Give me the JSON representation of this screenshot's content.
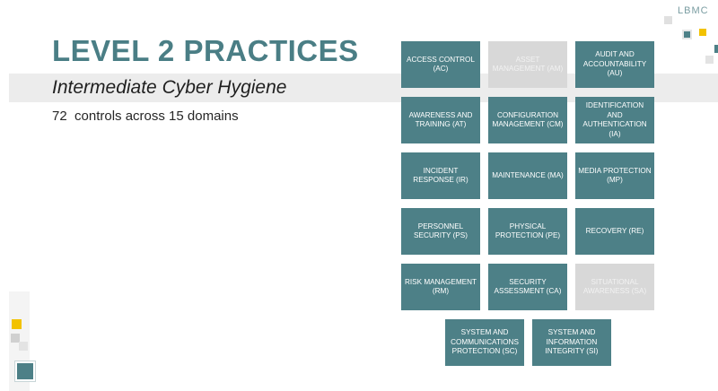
{
  "slide": {
    "title": "LEVEL 2 PRACTICES",
    "subtitle": "Intermediate Cyber Hygiene",
    "controls_text": "72  controls across 15 domains",
    "logo_text": "LBMC"
  },
  "domains": [
    {
      "label": "ACCESS CONTROL (AC)",
      "faded": false
    },
    {
      "label": "ASSET MANAGEMENT (AM)",
      "faded": true
    },
    {
      "label": "AUDIT AND ACCOUNTABILITY (AU)",
      "faded": false
    },
    {
      "label": "AWARENESS AND TRAINING (AT)",
      "faded": false
    },
    {
      "label": "CONFIGURATION MANAGEMENT (CM)",
      "faded": false
    },
    {
      "label": "IDENTIFICATION AND AUTHENTICATION (IA)",
      "faded": false
    },
    {
      "label": "INCIDENT RESPONSE (IR)",
      "faded": false
    },
    {
      "label": "MAINTENANCE (MA)",
      "faded": false
    },
    {
      "label": "MEDIA PROTECTION (MP)",
      "faded": false
    },
    {
      "label": "PERSONNEL SECURITY (PS)",
      "faded": false
    },
    {
      "label": "PHYSICAL PROTECTION (PE)",
      "faded": false
    },
    {
      "label": "RECOVERY (RE)",
      "faded": false
    },
    {
      "label": "RISK MANAGEMENT (RM)",
      "faded": false
    },
    {
      "label": "SECURITY ASSESSMENT (CA)",
      "faded": false
    },
    {
      "label": "SITUATIONAL AWARENESS (SA)",
      "faded": true
    },
    {
      "label": "SYSTEM AND COMMUNICATIONS PROTECTION (SC)",
      "faded": false
    },
    {
      "label": "SYSTEM AND INFORMATION INTEGRITY (SI)",
      "faded": false
    }
  ],
  "colors": {
    "accent": "#4d8087",
    "faded_tile": "#d8d8d8",
    "highlight_yellow": "#f2c200",
    "title_color": "#4a7e85"
  }
}
